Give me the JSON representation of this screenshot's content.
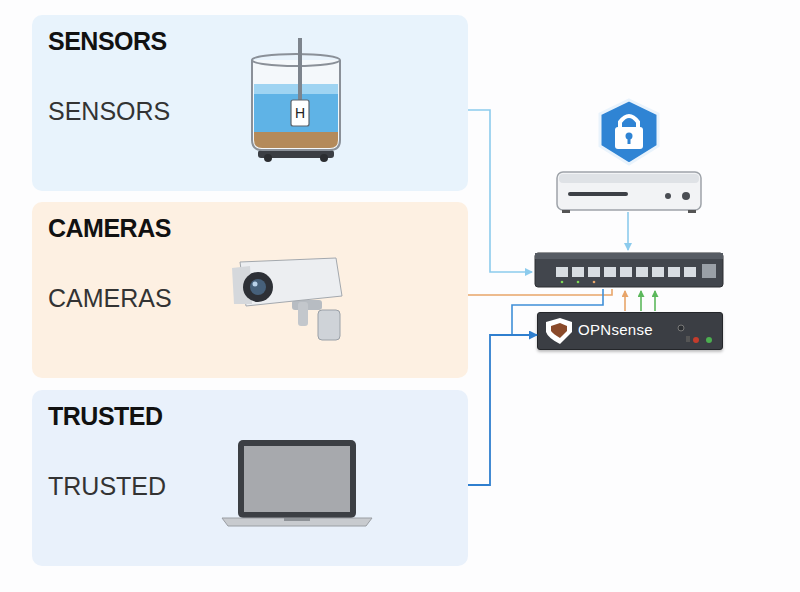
{
  "diagram": {
    "nodes": [
      {
        "text": [
          "SENSORS",
          "SENSORS"
        ]
      },
      {
        "text": [
          "CAMERAS",
          "CAMERAS"
        ]
      },
      {
        "text": [
          "TRUSTED",
          "TRUSTED"
        ]
      },
      {
        "text": [
          "OPNsense"
        ]
      }
    ],
    "edges": [
      {
        "from": 2,
        "to": 3,
        "arrow": "to"
      }
    ],
    "labels": [
      "H"
    ]
  }
}
